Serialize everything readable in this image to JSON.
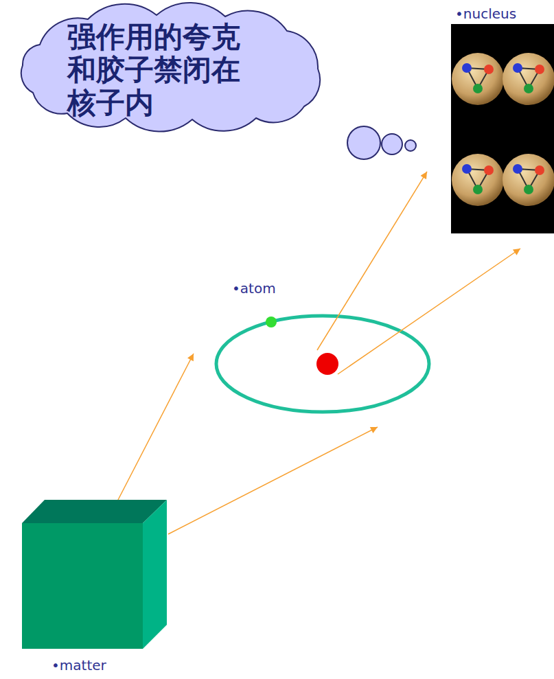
{
  "diagram": {
    "nodes": [
      {
        "text": [
          "强作用的夸克 和胶子禁闭在 核子内"
        ]
      },
      {
        "text": [
          "•nucleus"
        ]
      },
      {
        "text": [
          "•atom"
        ]
      },
      {
        "text": [
          "•matter"
        ]
      }
    ],
    "edges": [
      {
        "from": 3,
        "to": 2,
        "arrow": "to"
      },
      {
        "from": 3,
        "to": 2,
        "arrow": "to"
      },
      {
        "from": 2,
        "to": 1,
        "arrow": "to"
      },
      {
        "from": 2,
        "to": 1,
        "arrow": "to"
      }
    ]
  }
}
